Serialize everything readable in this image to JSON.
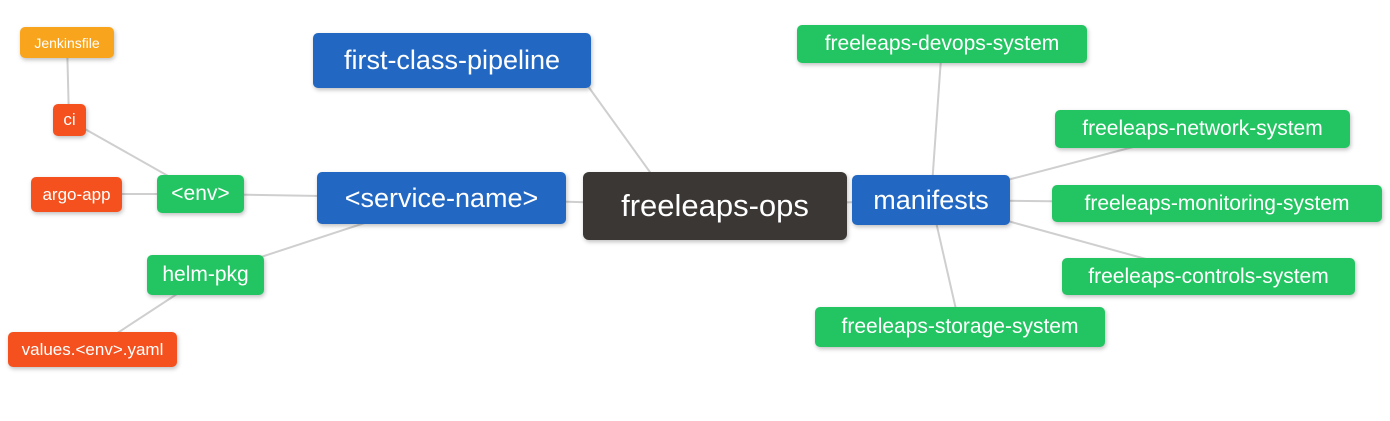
{
  "diagram": {
    "type": "mindmap",
    "root": "freeleaps-ops",
    "nodes": {
      "root": {
        "label": "freeleaps-ops",
        "level": 0,
        "color": "#3b3735"
      },
      "first_class_pipeline": {
        "label": "first-class-pipeline",
        "level": 1,
        "color": "#2268c3"
      },
      "service_name": {
        "label": "<service-name>",
        "level": 1,
        "color": "#2268c3"
      },
      "manifests": {
        "label": "manifests",
        "level": 1,
        "color": "#2268c3"
      },
      "env": {
        "label": "<env>",
        "level": 2,
        "color": "#23c562"
      },
      "helm_pkg": {
        "label": "helm-pkg",
        "level": 2,
        "color": "#23c562"
      },
      "ci": {
        "label": "ci",
        "level": 3,
        "color": "#f4511e"
      },
      "argo_app": {
        "label": "argo-app",
        "level": 3,
        "color": "#f4511e"
      },
      "values_env_yaml": {
        "label": "values.<env>.yaml",
        "level": 3,
        "color": "#f4511e"
      },
      "jenkinsfile": {
        "label": "Jenkinsfile",
        "level": 4,
        "color": "#f8a51d"
      },
      "devops_system": {
        "label": "freeleaps-devops-system",
        "level": 2,
        "color": "#23c562"
      },
      "network_system": {
        "label": "freeleaps-network-system",
        "level": 2,
        "color": "#23c562"
      },
      "monitoring_system": {
        "label": "freeleaps-monitoring-system",
        "level": 2,
        "color": "#23c562"
      },
      "controls_system": {
        "label": "freeleaps-controls-system",
        "level": 2,
        "color": "#23c562"
      },
      "storage_system": {
        "label": "freeleaps-storage-system",
        "level": 2,
        "color": "#23c562"
      }
    },
    "edges": [
      {
        "from": "freeleaps-ops",
        "to": "first-class-pipeline"
      },
      {
        "from": "freeleaps-ops",
        "to": "<service-name>"
      },
      {
        "from": "freeleaps-ops",
        "to": "manifests"
      },
      {
        "from": "<service-name>",
        "to": "<env>"
      },
      {
        "from": "<service-name>",
        "to": "helm-pkg"
      },
      {
        "from": "<env>",
        "to": "ci"
      },
      {
        "from": "<env>",
        "to": "argo-app"
      },
      {
        "from": "ci",
        "to": "Jenkinsfile"
      },
      {
        "from": "helm-pkg",
        "to": "values.<env>.yaml"
      },
      {
        "from": "manifests",
        "to": "freeleaps-devops-system"
      },
      {
        "from": "manifests",
        "to": "freeleaps-network-system"
      },
      {
        "from": "manifests",
        "to": "freeleaps-monitoring-system"
      },
      {
        "from": "manifests",
        "to": "freeleaps-controls-system"
      },
      {
        "from": "manifests",
        "to": "freeleaps-storage-system"
      }
    ],
    "colors": {
      "root_bg": "#3b3735",
      "level1_bg": "#2268c3",
      "level2_bg": "#23c562",
      "level3_bg": "#f4511e",
      "level4_bg": "#f8a51d",
      "text": "#ffffff",
      "edge": "#cfcfcf",
      "background": "#ffffff"
    }
  }
}
